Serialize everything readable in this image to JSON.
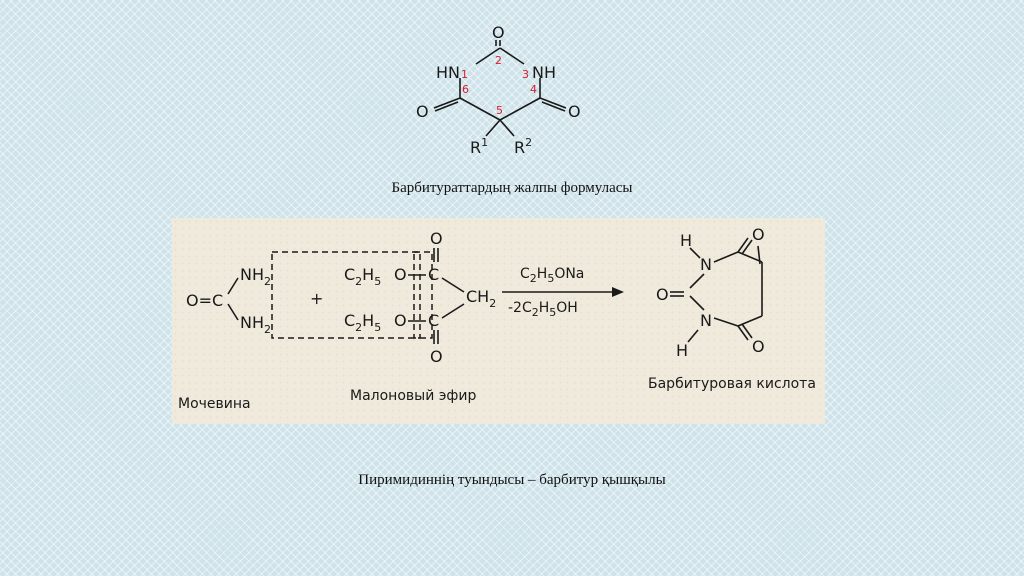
{
  "structure": {
    "hn": "HN",
    "nh": "NH",
    "o": "O",
    "r1": "R",
    "r1_sup": "1",
    "r2": "R",
    "r2_sup": "2",
    "locants": [
      "1",
      "2",
      "3",
      "4",
      "5",
      "6"
    ],
    "locant_color": "#d61e2c"
  },
  "caption_general": "Барбитураттардың жалпы формуласы",
  "reaction": {
    "reagent_top": "C2H5ONa",
    "reagent_bottom": "-2C2H5OH",
    "label_urea": "Мочевина",
    "label_ester": "Малоновый эфир",
    "label_product": "Барбитуровая кислота",
    "plus": "+",
    "urea_o": "O=C",
    "nh": "NH",
    "h": "H",
    "o": "O",
    "n": "N",
    "c2h5": "C2H5",
    "ch2": "CH2",
    "c": "C"
  },
  "caption_synthesis": "Пиримидиннің туындысы – барбитур қышқылы"
}
